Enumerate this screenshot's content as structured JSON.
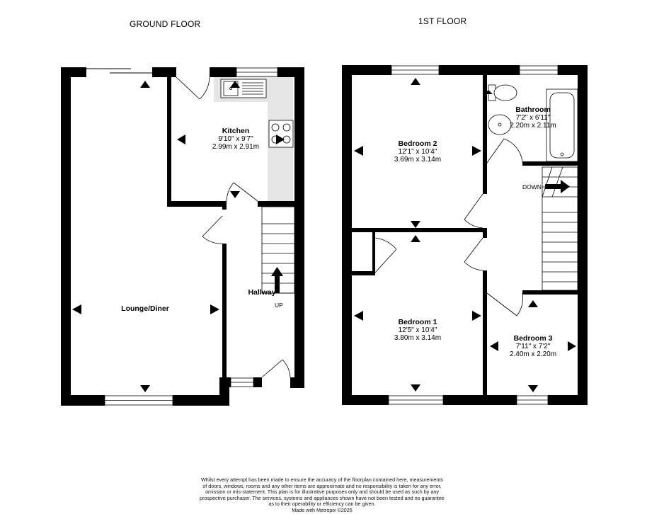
{
  "floors": {
    "ground": {
      "title": "GROUND FLOOR"
    },
    "first": {
      "title": "1ST FLOOR"
    }
  },
  "rooms": {
    "kitchen": {
      "name": "Kitchen",
      "imperial": "9'10\" x 9'7\"",
      "metric": "2.99m x 2.91m"
    },
    "lounge": {
      "name": "Lounge/Diner"
    },
    "hallway": {
      "name": "Hallway",
      "stairs_label": "UP"
    },
    "bedroom2": {
      "name": "Bedroom 2",
      "imperial": "12'1\" x 10'4\"",
      "metric": "3.69m x 3.14m"
    },
    "bathroom": {
      "name": "Bathroom",
      "imperial": "7'2\" x 6'11\"",
      "metric": "2.20m x 2.11m"
    },
    "bedroom1": {
      "name": "Bedroom 1",
      "imperial": "12'5\" x 10'4\"",
      "metric": "3.80m x 3.14m"
    },
    "bedroom3": {
      "name": "Bedroom 3",
      "imperial": "7'11\" x 7'2\"",
      "metric": "2.40m x 2.20m"
    },
    "landing": {
      "stairs_label": "DOWN"
    }
  },
  "colors": {
    "wall": "#000000",
    "kitchen_units": "#e6e6e6",
    "window": "#ffffff"
  },
  "disclaimer": {
    "line1": "Whilst every attempt has been made to ensure the accuracy of the floorplan contained here, measurements",
    "line2": "of doors, windows, rooms and any other items are approximate and no responsibility is taken for any error,",
    "line3": "omission or mis-statement. This plan is for illustrative purposes only and should be used as such by any",
    "line4": "prospective purchaser. The services, systems and appliances shown have not been tested and no guarantee",
    "line5": "as to their operability or efficiency can be given.",
    "line6": "Made with Metropix ©2025"
  }
}
